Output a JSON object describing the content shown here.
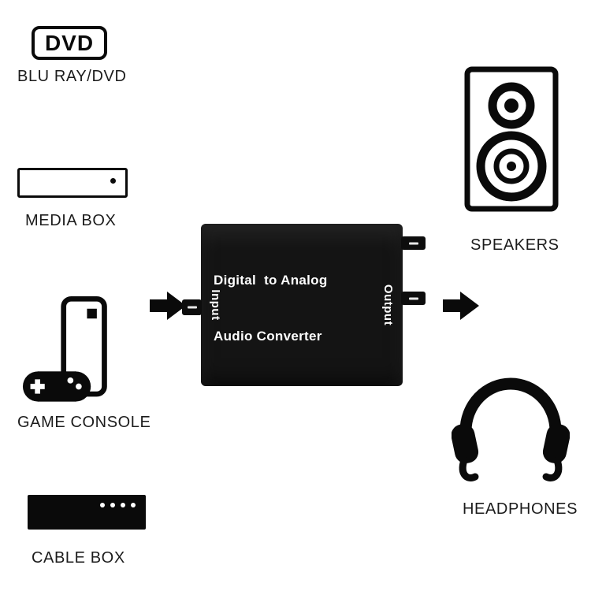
{
  "colors": {
    "ink": "#0a0a0a",
    "converter_bg": "#141414",
    "label_text": "#1c1c1c",
    "background": "#ffffff"
  },
  "sources": [
    {
      "icon": "dvd-player-icon",
      "badge": "DVD",
      "label": "BLU RAY/DVD"
    },
    {
      "icon": "media-box-icon",
      "label": "MEDIA BOX"
    },
    {
      "icon": "game-console-icon",
      "label": "GAME CONSOLE"
    },
    {
      "icon": "cable-box-icon",
      "label": "CABLE BOX"
    }
  ],
  "converter": {
    "title_line1": "Digital  to Analog",
    "title_line2": "Audio Converter",
    "input_label": "Input",
    "output_label": "Output"
  },
  "outputs": [
    {
      "icon": "speakers-icon",
      "label": "SPEAKERS"
    },
    {
      "icon": "headphones-icon",
      "label": "HEADPHONES"
    }
  ]
}
